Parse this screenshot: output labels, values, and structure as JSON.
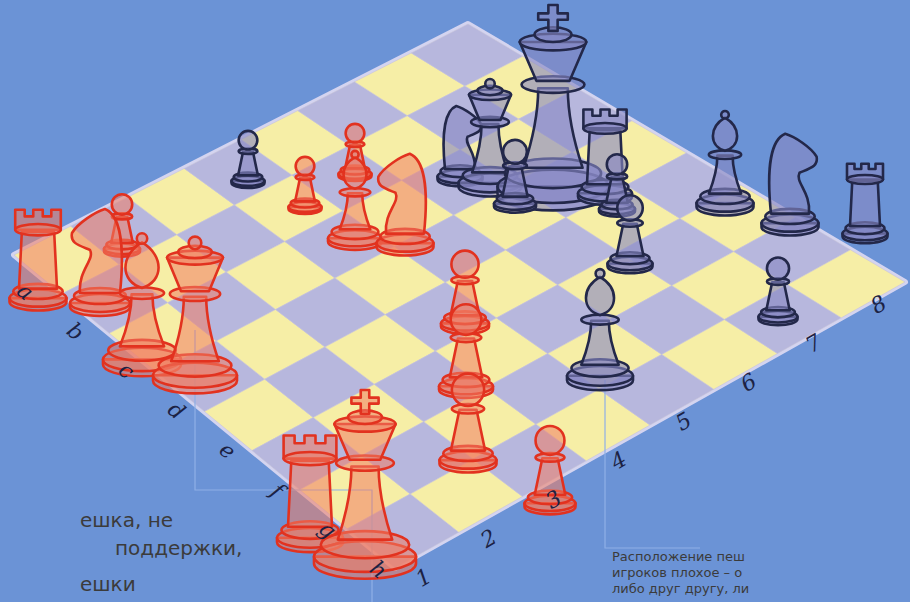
{
  "diagram": {
    "labels": [
      "a",
      "b",
      "c",
      "d",
      "e",
      "f",
      "g",
      "h",
      "1",
      "2",
      "3",
      "4",
      "5",
      "6",
      "7",
      "8",
      "ешка, не",
      "поддержки,",
      "ешки",
      "Расположение пеш",
      "игроков плохое – о",
      "либо друг другу, ли"
    ]
  }
}
